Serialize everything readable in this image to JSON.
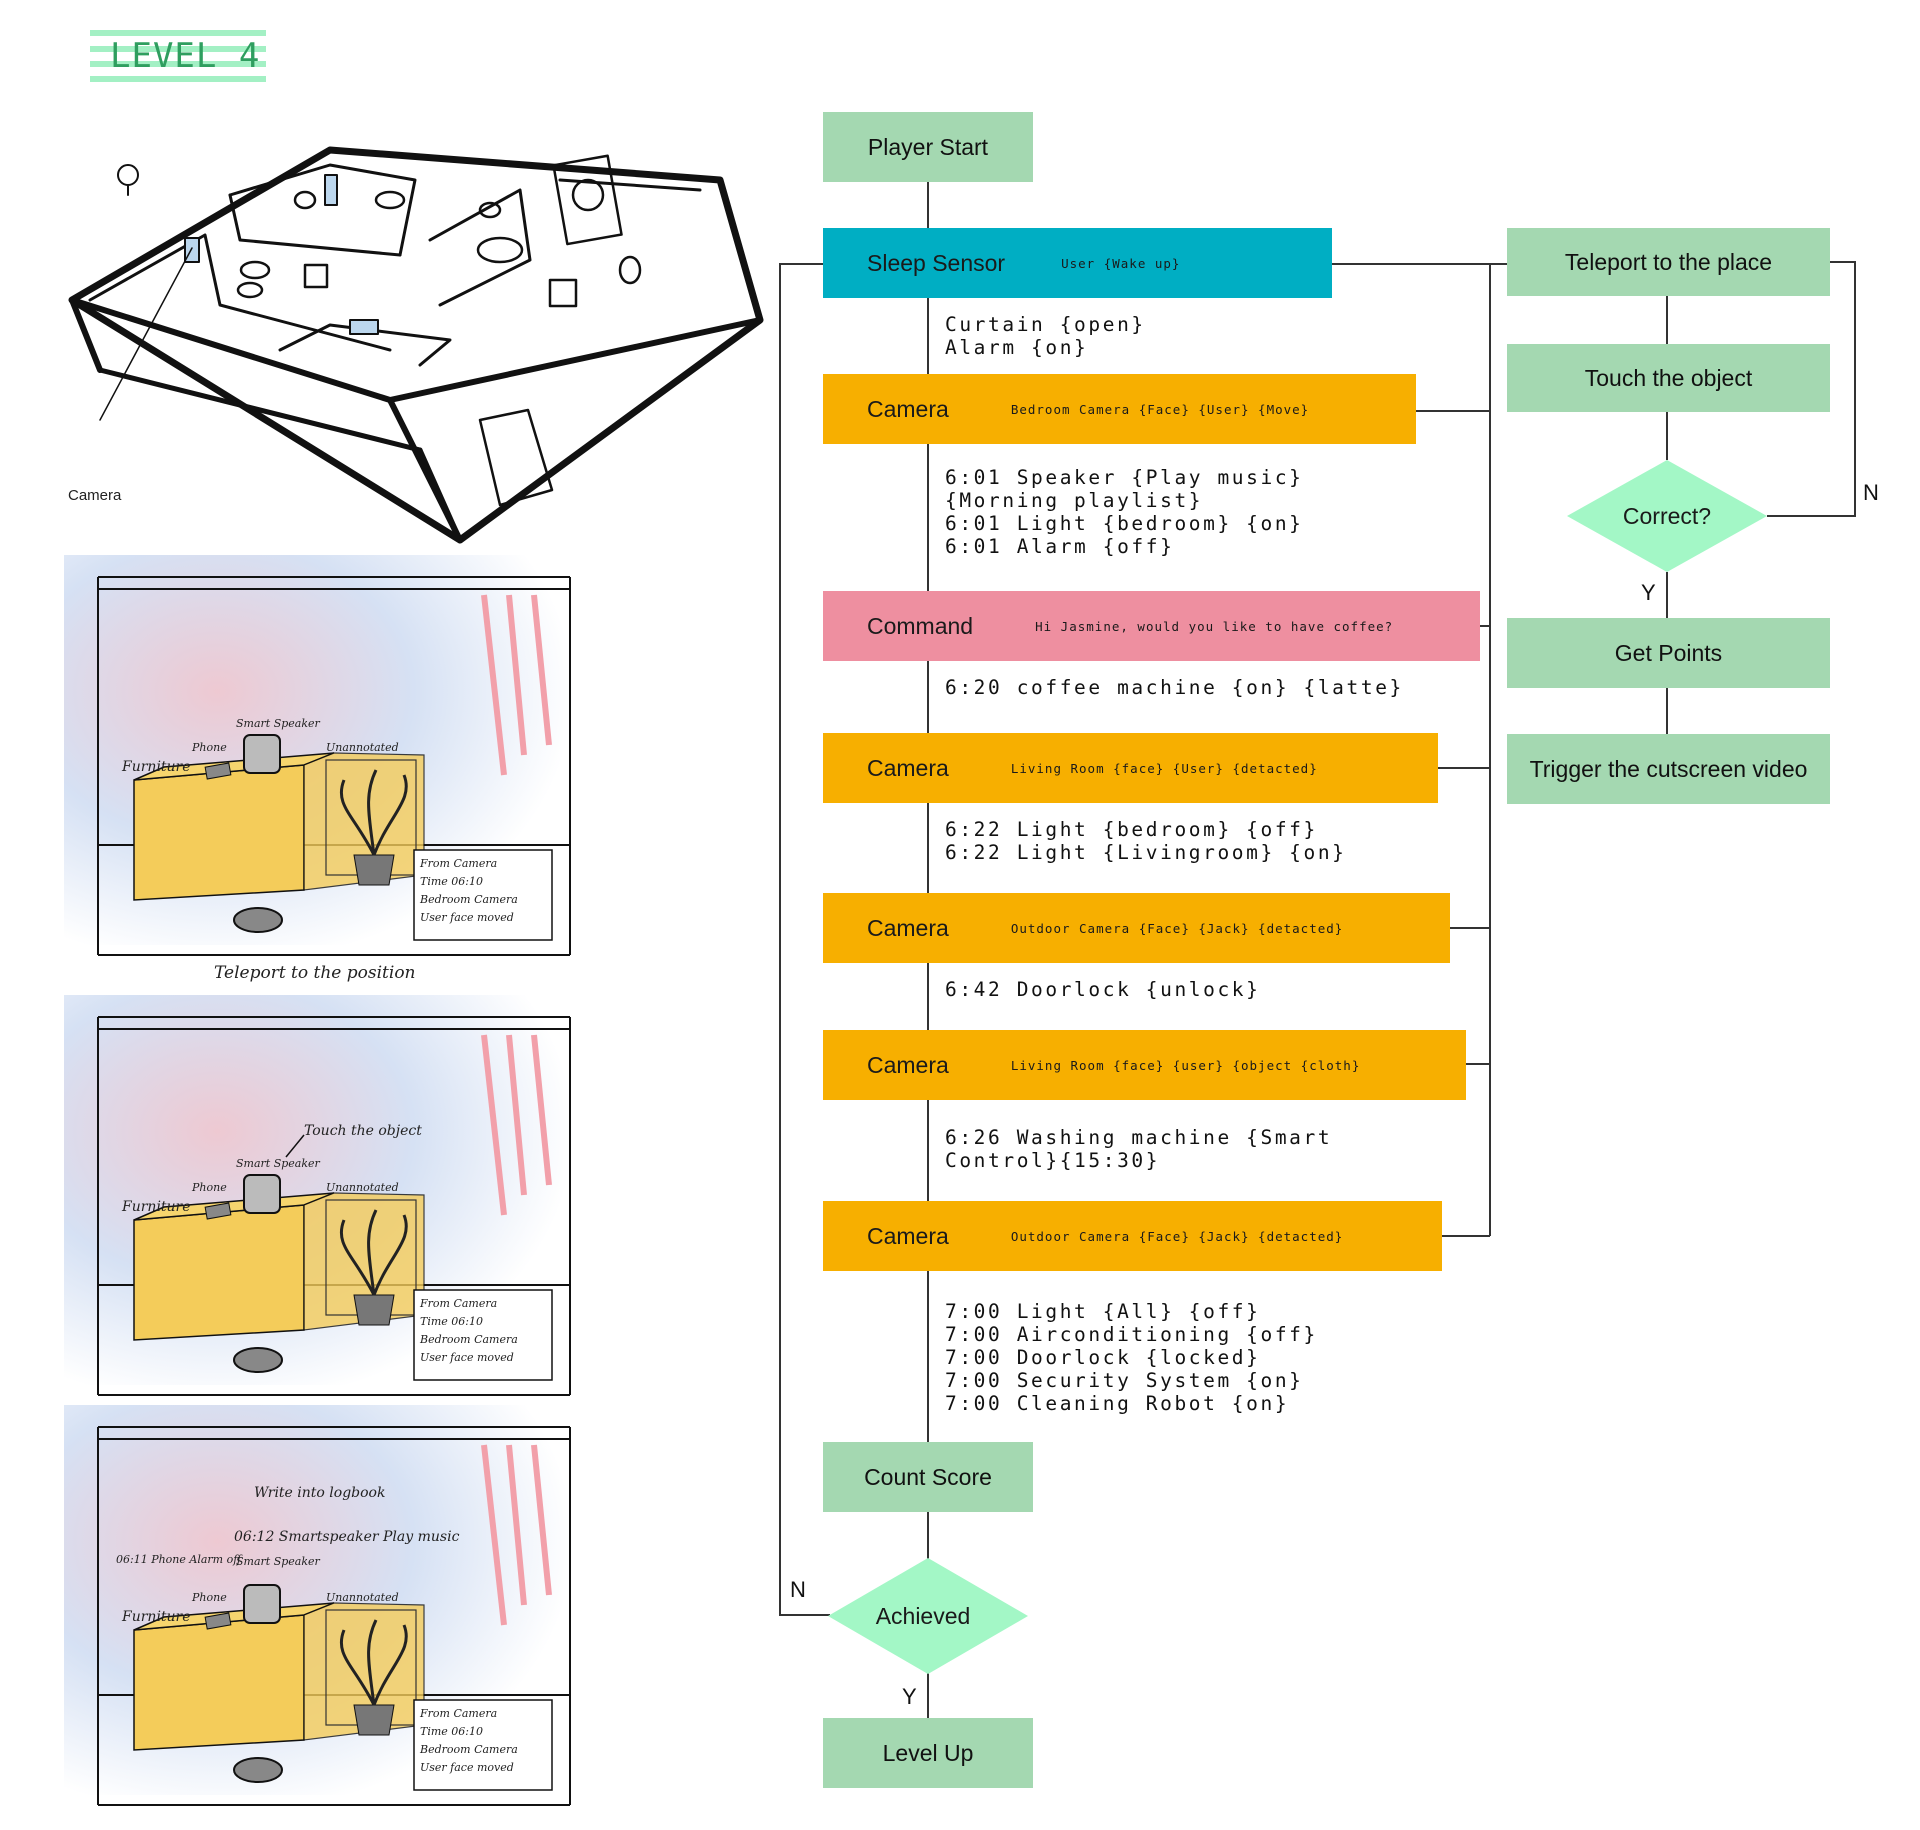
{
  "level_badge": "LEVEL 4",
  "sketch_labels": {
    "camera": "Camera",
    "furniture": "Furniture",
    "phone": "Phone",
    "smart_speaker": "Smart Speaker",
    "unannotated": "Unannotated",
    "info_from": "From Camera",
    "info_time": "Time 06:10",
    "info_cam": "Bedroom Camera",
    "info_event": "User face moved",
    "teleport_caption": "Teleport to the position",
    "touch_caption": "Touch the object",
    "write_caption": "Write into logbook",
    "log_speaker": "06:12 Smartspeaker Play music",
    "log_phone": "06:11 Phone Alarm off"
  },
  "flow": {
    "player_start": "Player Start",
    "sleep_sensor": {
      "label": "Sleep Sensor",
      "detail": "User {Wake up}"
    },
    "actions_1": [
      "Curtain {open}",
      "Alarm {on}"
    ],
    "camera_1": {
      "label": "Camera",
      "detail": "Bedroom Camera {Face} {User} {Move}"
    },
    "actions_2": [
      "6:01 Speaker {Play music}",
      "{Morning playlist}",
      "6:01 Light {bedroom} {on}",
      "6:01 Alarm {off}"
    ],
    "command": {
      "label": "Command",
      "detail": "Hi Jasmine, would you like to have coffee?"
    },
    "actions_3": [
      "6:20 coffee machine {on} {latte}"
    ],
    "camera_2": {
      "label": "Camera",
      "detail": "Living Room {face} {User} {detacted}"
    },
    "actions_4": [
      "6:22 Light {bedroom} {off}",
      "6:22 Light {Livingroom} {on}"
    ],
    "camera_3": {
      "label": "Camera",
      "detail": "Outdoor Camera {Face} {Jack} {detacted}"
    },
    "actions_5": [
      "6:42 Doorlock {unlock}"
    ],
    "camera_4": {
      "label": "Camera",
      "detail": "Living Room {face} {user} {object {cloth}"
    },
    "actions_6": [
      "6:26 Washing machine {Smart",
      "Control}{15:30}"
    ],
    "camera_5": {
      "label": "Camera",
      "detail": "Outdoor Camera {Face} {Jack} {detacted}"
    },
    "actions_7": [
      "7:00 Light {All} {off}",
      "7:00 Airconditioning {off}",
      "7:00 Doorlock {locked}",
      "7:00 Security System {on}",
      "7:00 Cleaning Robot {on}"
    ],
    "count_score": "Count Score",
    "achieved": "Achieved",
    "level_up": "Level Up",
    "achieved_no": "N",
    "achieved_yes": "Y"
  },
  "side_flow": {
    "teleport": "Teleport to the place",
    "touch": "Touch the object",
    "correct": "Correct?",
    "get_points": "Get Points",
    "cutscene": "Trigger the cutscreen video",
    "correct_no": "N",
    "correct_yes": "Y"
  },
  "colors": {
    "green": "#a4d8b1",
    "diamond": "#a3f7c6",
    "teal": "#00aec3",
    "orange": "#f7af00",
    "pink": "#ee8fa0"
  }
}
